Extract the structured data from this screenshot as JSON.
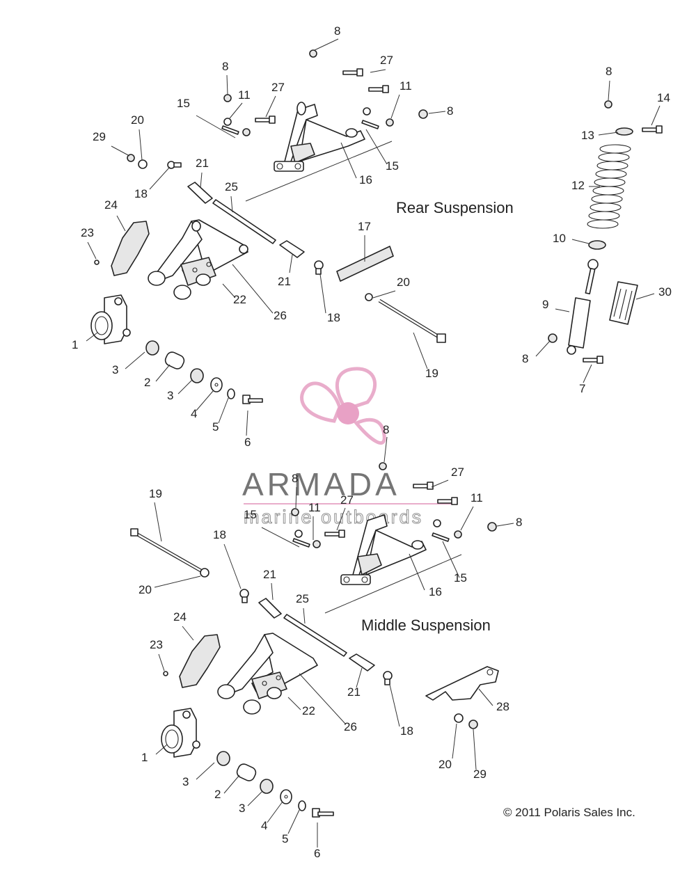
{
  "headings": {
    "rear": "Rear Suspension",
    "middle": "Middle Suspension"
  },
  "copyright": "© 2011 Polaris Sales Inc.",
  "watermark": {
    "brand": "ARMADA",
    "tagline": "marine outboards",
    "colors": {
      "logo": "#e8a9c9",
      "hub": "#e79cc2",
      "text": "#6e6e6e",
      "rule": "#e8a9c9"
    }
  },
  "callouts": {
    "rear": [
      {
        "id": "r-8a",
        "label": "8"
      },
      {
        "id": "r-27a",
        "label": "27"
      },
      {
        "id": "r-8b",
        "label": "8"
      },
      {
        "id": "r-11a",
        "label": "11"
      },
      {
        "id": "r-27b",
        "label": "27"
      },
      {
        "id": "r-11b",
        "label": "11"
      },
      {
        "id": "r-8c",
        "label": "8"
      },
      {
        "id": "r-15a",
        "label": "15"
      },
      {
        "id": "r-29",
        "label": "29"
      },
      {
        "id": "r-20a",
        "label": "20"
      },
      {
        "id": "r-15b",
        "label": "15"
      },
      {
        "id": "r-16",
        "label": "16"
      },
      {
        "id": "r-21a",
        "label": "21"
      },
      {
        "id": "r-18a",
        "label": "18"
      },
      {
        "id": "r-25",
        "label": "25"
      },
      {
        "id": "r-24",
        "label": "24"
      },
      {
        "id": "r-23",
        "label": "23"
      },
      {
        "id": "r-17",
        "label": "17"
      },
      {
        "id": "r-21b",
        "label": "21"
      },
      {
        "id": "r-18b",
        "label": "18"
      },
      {
        "id": "r-22",
        "label": "22"
      },
      {
        "id": "r-26",
        "label": "26"
      },
      {
        "id": "r-20b",
        "label": "20"
      },
      {
        "id": "r-19",
        "label": "19"
      },
      {
        "id": "r-1",
        "label": "1"
      },
      {
        "id": "r-3a",
        "label": "3"
      },
      {
        "id": "r-2",
        "label": "2"
      },
      {
        "id": "r-3b",
        "label": "3"
      },
      {
        "id": "r-4",
        "label": "4"
      },
      {
        "id": "r-5",
        "label": "5"
      },
      {
        "id": "r-6",
        "label": "6"
      }
    ],
    "shock": [
      {
        "id": "s-8a",
        "label": "8"
      },
      {
        "id": "s-14",
        "label": "14"
      },
      {
        "id": "s-13",
        "label": "13"
      },
      {
        "id": "s-12",
        "label": "12"
      },
      {
        "id": "s-10",
        "label": "10"
      },
      {
        "id": "s-9",
        "label": "9"
      },
      {
        "id": "s-30",
        "label": "30"
      },
      {
        "id": "s-8b",
        "label": "8"
      },
      {
        "id": "s-7",
        "label": "7"
      }
    ],
    "middle": [
      {
        "id": "m-8a",
        "label": "8"
      },
      {
        "id": "m-27a",
        "label": "27"
      },
      {
        "id": "m-8b",
        "label": "8"
      },
      {
        "id": "m-27b",
        "label": "27"
      },
      {
        "id": "m-11a",
        "label": "11"
      },
      {
        "id": "m-11b",
        "label": "11"
      },
      {
        "id": "m-15a",
        "label": "15"
      },
      {
        "id": "m-8c",
        "label": "8"
      },
      {
        "id": "m-19",
        "label": "19"
      },
      {
        "id": "m-18a",
        "label": "18"
      },
      {
        "id": "m-21a",
        "label": "21"
      },
      {
        "id": "m-15b",
        "label": "15"
      },
      {
        "id": "m-16",
        "label": "16"
      },
      {
        "id": "m-20a",
        "label": "20"
      },
      {
        "id": "m-25",
        "label": "25"
      },
      {
        "id": "m-24",
        "label": "24"
      },
      {
        "id": "m-23",
        "label": "23"
      },
      {
        "id": "m-21b",
        "label": "21"
      },
      {
        "id": "m-18b",
        "label": "18"
      },
      {
        "id": "m-28",
        "label": "28"
      },
      {
        "id": "m-22",
        "label": "22"
      },
      {
        "id": "m-26",
        "label": "26"
      },
      {
        "id": "m-1",
        "label": "1"
      },
      {
        "id": "m-20b",
        "label": "20"
      },
      {
        "id": "m-29",
        "label": "29"
      },
      {
        "id": "m-3a",
        "label": "3"
      },
      {
        "id": "m-2",
        "label": "2"
      },
      {
        "id": "m-3b",
        "label": "3"
      },
      {
        "id": "m-4",
        "label": "4"
      },
      {
        "id": "m-5",
        "label": "5"
      },
      {
        "id": "m-6",
        "label": "6"
      }
    ]
  }
}
